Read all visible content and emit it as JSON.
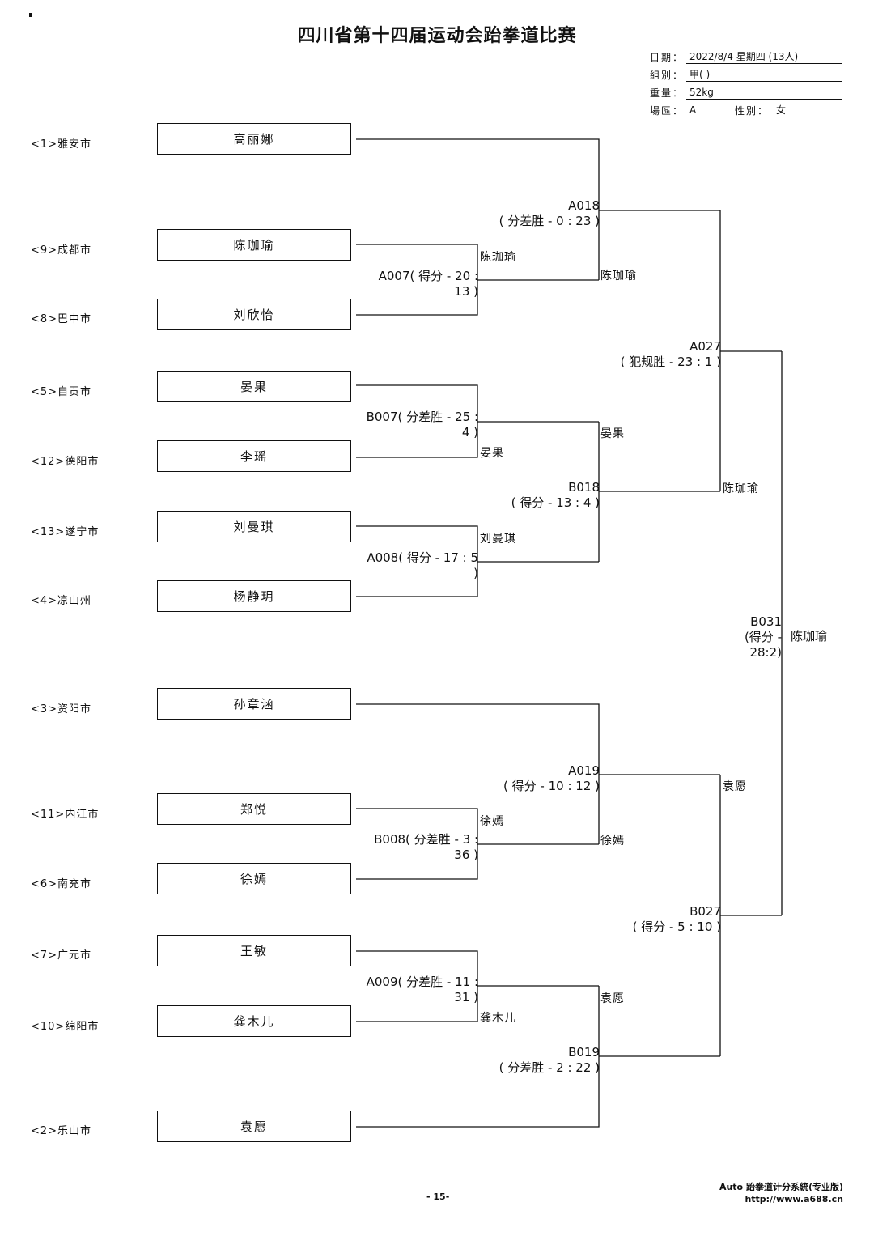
{
  "title": "四川省第十四届运动会跆拳道比赛",
  "meta": {
    "date_label": "日期：",
    "date_value": "2022/8/4  星期四  (13人)",
    "group_label": "組別：",
    "group_value": "甲(  )",
    "weight_label": "重量：",
    "weight_value": "52kg",
    "court_label": "場區：",
    "court_value": "A",
    "gender_label": "性別：",
    "gender_value": "女"
  },
  "entrants": [
    {
      "seed": "<1>雅安市",
      "name": "高丽娜"
    },
    {
      "seed": "<9>成都市",
      "name": "陈珈瑜"
    },
    {
      "seed": "<8>巴中市",
      "name": "刘欣怡"
    },
    {
      "seed": "<5>自贡市",
      "name": "晏果"
    },
    {
      "seed": "<12>德阳市",
      "name": "李瑶"
    },
    {
      "seed": "<13>遂宁市",
      "name": "刘曼琪"
    },
    {
      "seed": "<4>凉山州",
      "name": "杨静玥"
    },
    {
      "seed": "<3>资阳市",
      "name": "孙章涵"
    },
    {
      "seed": "<11>内江市",
      "name": "郑悦"
    },
    {
      "seed": "<6>南充市",
      "name": "徐嫣"
    },
    {
      "seed": "<7>广元市",
      "name": "王敏"
    },
    {
      "seed": "<10>绵阳市",
      "name": "龚木儿"
    },
    {
      "seed": "<2>乐山市",
      "name": "袁愿"
    }
  ],
  "matches": {
    "A007": {
      "line1": "A007( 得分 - 20 :",
      "line2": "13 )",
      "winner": "陈珈瑜"
    },
    "B007": {
      "line1": "B007( 分差胜 - 25 :",
      "line2": "4 )",
      "winner": "晏果"
    },
    "A008": {
      "line1": "A008( 得分 - 17 : 5",
      "line2": ")",
      "winner": "刘曼琪"
    },
    "B008": {
      "line1": "B008( 分差胜 - 3 :",
      "line2": "36 )",
      "winner": "徐嫣"
    },
    "A009": {
      "line1": "A009( 分差胜 - 11 :",
      "line2": "31 )",
      "winner": "龚木儿"
    },
    "A018": {
      "line1": "A018",
      "line2": "( 分差胜 - 0 : 23 )",
      "winner": "陈珈瑜"
    },
    "B018": {
      "line1": "B018",
      "line2": "( 得分 - 13 : 4 )",
      "winner": "晏果"
    },
    "A019": {
      "line1": "A019",
      "line2": "( 得分 - 10 : 12 )",
      "winner": "徐嫣"
    },
    "B019": {
      "line1": "B019",
      "line2": "( 分差胜 - 2 : 22 )",
      "winner": "袁愿"
    },
    "A027": {
      "line1": "A027",
      "line2": "( 犯规胜 - 23 : 1 )",
      "winner": "陈珈瑜"
    },
    "B027": {
      "line1": "B027",
      "line2": "( 得分 - 5 : 10 )",
      "winner": "袁愿"
    },
    "B031": {
      "line1": "B031",
      "line2": "(得分 -",
      "line3": "28:2)",
      "winner": "陈珈瑜"
    }
  },
  "footer": {
    "page": "- 15-",
    "software": "Auto 跆拳道计分系統(专业版)",
    "url": "http://www.a688.cn"
  }
}
